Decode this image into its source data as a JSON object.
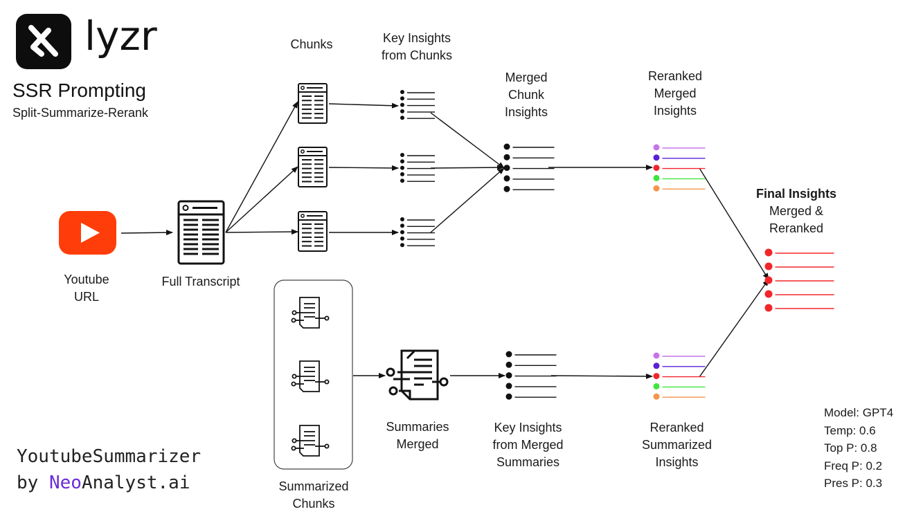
{
  "brand": {
    "name": "lyzr",
    "mark": "®"
  },
  "title": "SSR Prompting",
  "subtitle": "Split-Summarize-Rerank",
  "credit": {
    "line1": "YoutubeSummarizer",
    "by": "by ",
    "highlight": "Neo",
    "rest": "Analyst.ai",
    "highlight_color": "#6a2bd9"
  },
  "labels": {
    "youtube_url": "Youtube\nURL",
    "full_transcript": "Full Transcript",
    "chunks": "Chunks",
    "key_insights_chunks": "Key Insights\nfrom Chunks",
    "merged_chunk_insights": "Merged\nChunk\nInsights",
    "reranked_merged_insights": "Reranked\nMerged\nInsights",
    "final_insights_title": "Final Insights",
    "final_insights_sub": "Merged &\nReranked",
    "summarized_chunks": "Summarized\nChunks",
    "summaries_merged": "Summaries\nMerged",
    "key_insights_merged_summaries": "Key Insights\nfrom Merged\nSummaries",
    "reranked_summarized_insights": "Reranked\nSummarized\nInsights"
  },
  "parameters": [
    "Model: GPT4",
    "Temp: 0.6",
    "Top P: 0.8",
    "Freq P: 0.2",
    "Pres P: 0.3"
  ],
  "colors": {
    "youtube_red": "#ff3d0a",
    "final_red": "#f2262a",
    "rank_palette": [
      "#c774e8",
      "#5a1fd6",
      "#f2262a",
      "#3ee53e",
      "#f7934a"
    ]
  },
  "icons": {
    "logo": "lyzr-logo-icon",
    "youtube": "youtube-play-icon",
    "transcript": "document-icon",
    "summary": "summary-document-icon",
    "bullets": "bullet-list-icon"
  }
}
